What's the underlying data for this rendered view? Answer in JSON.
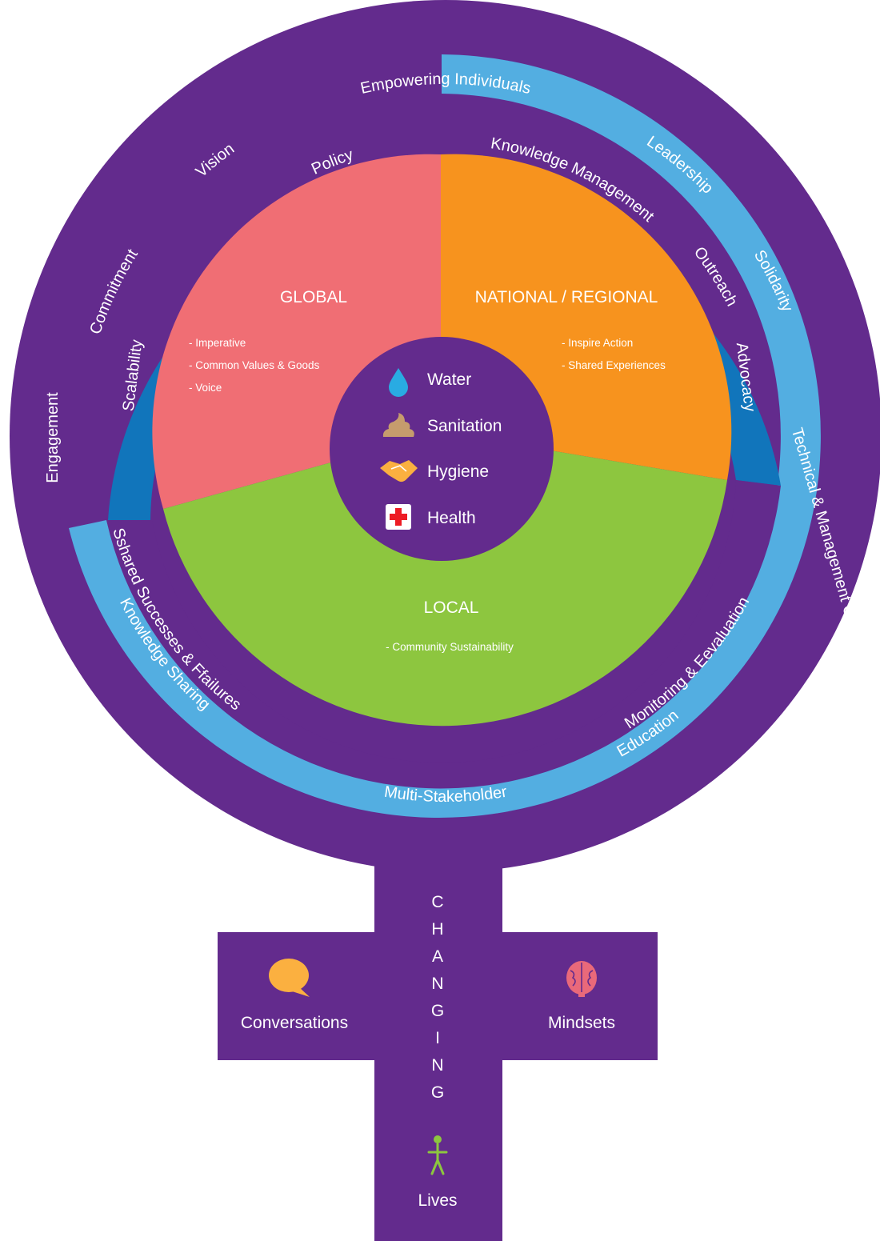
{
  "outer_ring": {
    "labels": {
      "empowering": "Empowering Individuals",
      "vision": "Vision",
      "leadership": "Leadership",
      "commitment": "Commitment",
      "solidarity": "Solidarity",
      "engagement": "Engagement",
      "technical": "Technical & Management Capacity",
      "knowledge_sharing": "Knowledge Sharing",
      "education": "Education",
      "multi_stakeholder": "Multi-Stakeholder"
    }
  },
  "light_ring": {
    "labels": {
      "outreach": "Outreach",
      "shared_successes": "Sshared Successes & Ffailures",
      "monitoring": "Monitoring & Eevaluation"
    }
  },
  "blue_ring": {
    "labels": {
      "knowledge_management": "Knowledge Management",
      "policy": "Policy",
      "scalability": "Scalability",
      "advocacy": "Advocacy"
    }
  },
  "segments": {
    "global": {
      "title": "GLOBAL",
      "bullets": [
        "- Imperative",
        "- Common Values & Goods",
        "- Voice"
      ],
      "color": "#f06e74"
    },
    "national": {
      "title": "NATIONAL / REGIONAL",
      "bullets": [
        "- Inspire Action",
        "- Shared Experiences"
      ],
      "color": "#f7931e"
    },
    "local": {
      "title": "LOCAL",
      "bullets": [
        "- Community Sustainability"
      ],
      "color": "#8dc63f"
    }
  },
  "core": {
    "items": [
      {
        "label": "Water",
        "icon": "water-drop-icon"
      },
      {
        "label": "Sanitation",
        "icon": "poop-icon"
      },
      {
        "label": "Hygiene",
        "icon": "handshake-icon"
      },
      {
        "label": "Health",
        "icon": "first-aid-icon"
      }
    ]
  },
  "stem": {
    "word": [
      "C",
      "H",
      "A",
      "N",
      "G",
      "I",
      "N",
      "G"
    ],
    "conversations": "Conversations",
    "mindsets": "Mindsets",
    "lives": "Lives"
  },
  "colors": {
    "purple": "#632b8d",
    "dark_blue": "#1175bb",
    "light_blue": "#53aee1",
    "global": "#f06e74",
    "national": "#f7931e",
    "local": "#8dc63f",
    "speech_bubble": "#fbb040",
    "brain": "#e9697a",
    "person": "#8dc63f",
    "water_drop": "#29abe2"
  }
}
